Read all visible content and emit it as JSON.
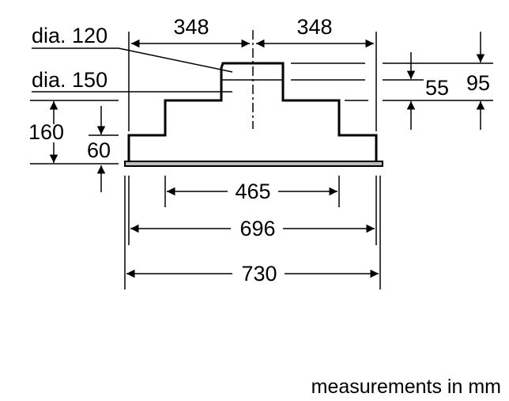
{
  "colors": {
    "line": "#000000",
    "plate": "#bcbcbc",
    "background": "#ffffff"
  },
  "labels": {
    "dia_120": "dia. 120",
    "dia_150": "dia. 150",
    "spacing_left": "348",
    "spacing_right": "348",
    "height_55": "55",
    "height_95": "95",
    "height_160": "160",
    "height_60": "60",
    "width_465": "465",
    "width_696": "696",
    "width_730": "730",
    "units_note": "measurements in mm"
  }
}
